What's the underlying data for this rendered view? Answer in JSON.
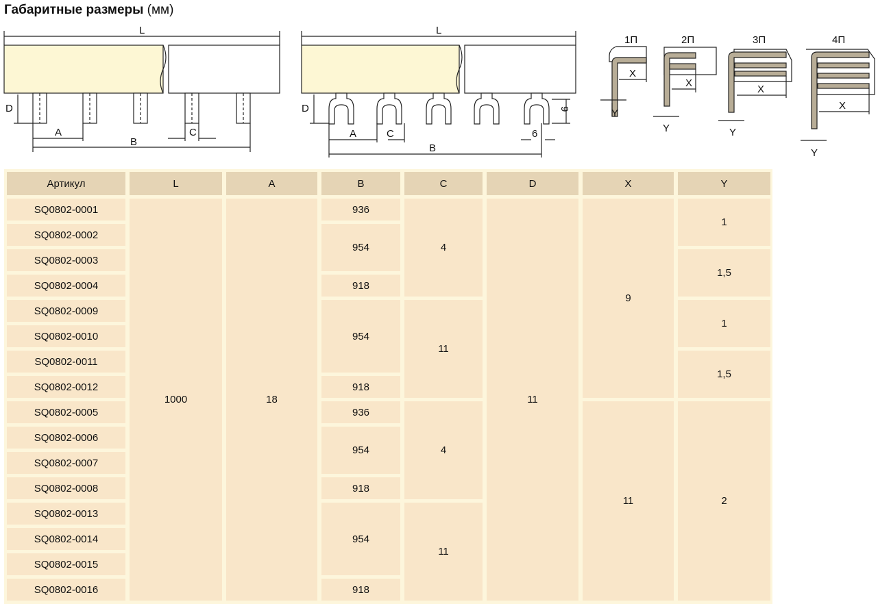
{
  "title": {
    "bold": "Габаритные размеры",
    "normal": "(мм)"
  },
  "diagram1": {
    "L": "L",
    "D": "D",
    "A": "A",
    "B": "B",
    "C": "C"
  },
  "diagram2": {
    "L": "L",
    "D": "D",
    "A": "A",
    "B": "B",
    "C": "C",
    "six": "6",
    "nine": "9"
  },
  "profiles": [
    {
      "label": "1П",
      "x": "X",
      "y": "Y"
    },
    {
      "label": "2П",
      "x": "X",
      "y": "Y"
    },
    {
      "label": "3П",
      "x": "X",
      "y": "Y"
    },
    {
      "label": "4П",
      "x": "X",
      "y": "Y"
    }
  ],
  "table": {
    "headers": [
      "Артикул",
      "L",
      "A",
      "B",
      "C",
      "D",
      "X",
      "Y"
    ],
    "articles": [
      "SQ0802-0001",
      "SQ0802-0002",
      "SQ0802-0003",
      "SQ0802-0004",
      "SQ0802-0009",
      "SQ0802-0010",
      "SQ0802-0011",
      "SQ0802-0012",
      "SQ0802-0005",
      "SQ0802-0006",
      "SQ0802-0007",
      "SQ0802-0008",
      "SQ0802-0013",
      "SQ0802-0014",
      "SQ0802-0015",
      "SQ0802-0016"
    ],
    "L": "1000",
    "A": "18",
    "D": "11",
    "B": [
      "936",
      "954",
      "918",
      "954",
      "918",
      "936",
      "954",
      "918",
      "954",
      "918"
    ],
    "C": [
      "4",
      "11",
      "4",
      "11"
    ],
    "X": [
      "9",
      "11"
    ],
    "Y": [
      "1",
      "1,5",
      "1",
      "1,5",
      "2"
    ]
  }
}
